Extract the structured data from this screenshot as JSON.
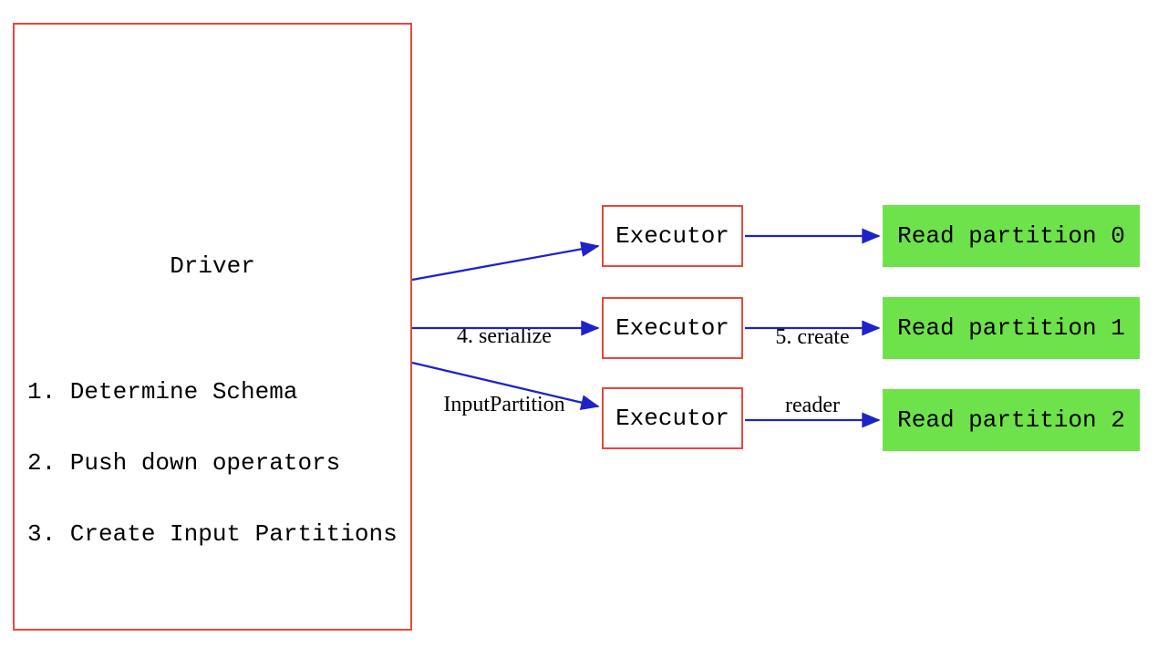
{
  "diagram": {
    "title_hint": "Spark DataSource v2 read path: driver plans partitions, executors create readers",
    "driver": {
      "title": "Driver",
      "steps": {
        "step1": "1. Determine Schema",
        "step2": "2. Push down operators",
        "step3": "3. Create Input Partitions"
      }
    },
    "executors": [
      {
        "label": "Executor"
      },
      {
        "label": "Executor"
      },
      {
        "label": "Executor"
      }
    ],
    "partitions": [
      {
        "label": "Read partition 0"
      },
      {
        "label": "Read partition 1"
      },
      {
        "label": "Read partition 2"
      }
    ],
    "edge_labels": {
      "serialize": {
        "line1": "4. serialize",
        "line2": "InputPartition"
      },
      "create_reader": {
        "line1": "5. create",
        "line2": "reader"
      }
    }
  },
  "colors": {
    "box_border": "#e8473b",
    "partition_fill": "#6ee24b",
    "arrow": "#1e23c8",
    "text": "#000000",
    "bg": "#ffffff"
  }
}
